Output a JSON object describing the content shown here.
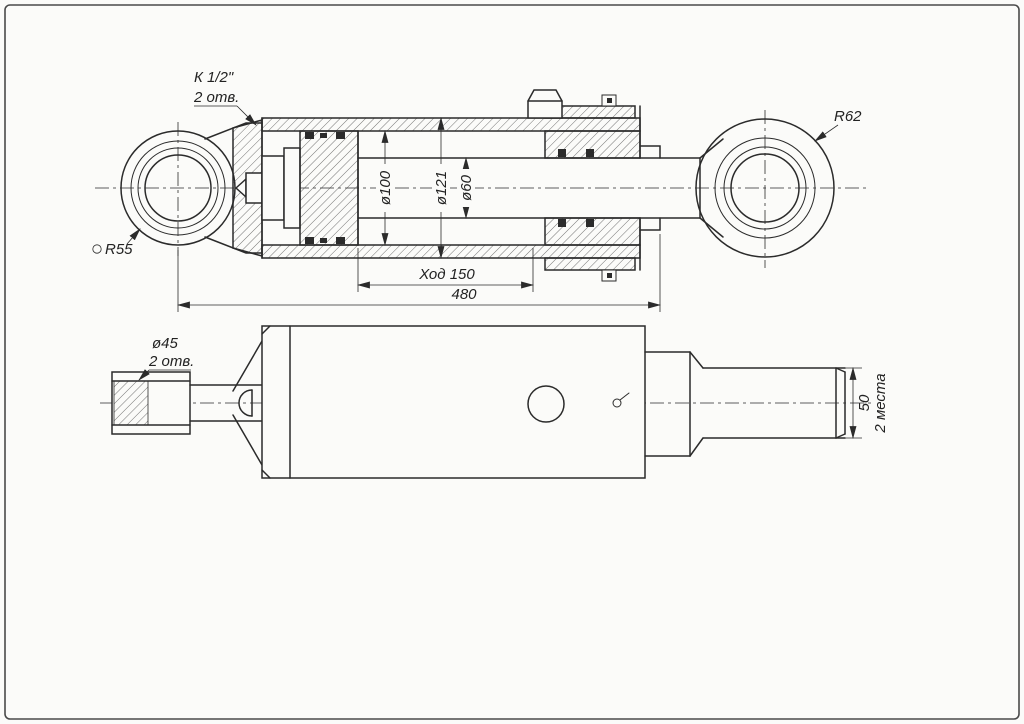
{
  "sheet": {
    "description": "Hydraulic cylinder assembly drawing, section view and plan view",
    "paper_color": "#fbfbf9",
    "ink_color": "#2b2b2b"
  },
  "section_view": {
    "port_label": {
      "line1": "К 1/2\"",
      "line2": "2 отв."
    },
    "rod_eye_radius": "R62",
    "cap_eye_prefix_icon": "sphere-symbol",
    "cap_eye_radius": "R55",
    "bore_dia": "ø100",
    "barrel_dia": "ø121",
    "rod_dia": "ø60",
    "stroke_dim": "Ход 150",
    "length_dim": "480"
  },
  "plan_view": {
    "pin_hole": {
      "line1": "ø45",
      "line2": "2 отв."
    },
    "flats": {
      "line1": "50",
      "line2": "2 места"
    }
  }
}
